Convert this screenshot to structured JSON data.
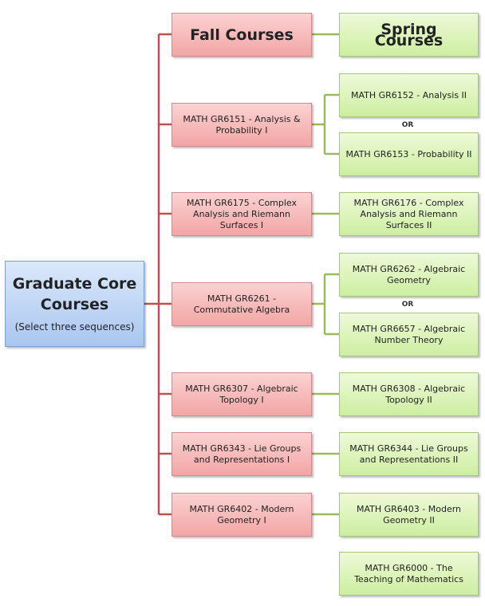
{
  "root": {
    "title": "Graduate Core Courses",
    "subtitle": "(Select three sequences)"
  },
  "headers": {
    "fall": "Fall Courses",
    "spring": "Spring Courses"
  },
  "fall": [
    "MATH GR6151 - Analysis & Probability I",
    "MATH GR6175 - Complex Analysis and Riemann Surfaces I",
    "MATH GR6261 - Commutative Algebra",
    "MATH GR6307 - Algebraic Topology I",
    "MATH GR6343 - Lie Groups and Representations I",
    "MATH GR6402 - Modern Geometry I"
  ],
  "spring": [
    "MATH GR6152 - Analysis II",
    "MATH GR6153 - Probability II",
    "MATH GR6176 - Complex Analysis and Riemann Surfaces II",
    "MATH GR6262 - Algebraic Geometry",
    "MATH GR6657 - Algebraic Number Theory",
    "MATH GR6308 - Algebraic Topology II",
    "MATH GR6344 - Lie Groups and Representations II",
    "MATH GR6403 - Modern Geometry II",
    "MATH GR6000 - The Teaching of Mathematics"
  ],
  "or_label": "OR",
  "colors": {
    "fall_connector": "#c0504d",
    "spring_connector": "#9bbb59"
  }
}
